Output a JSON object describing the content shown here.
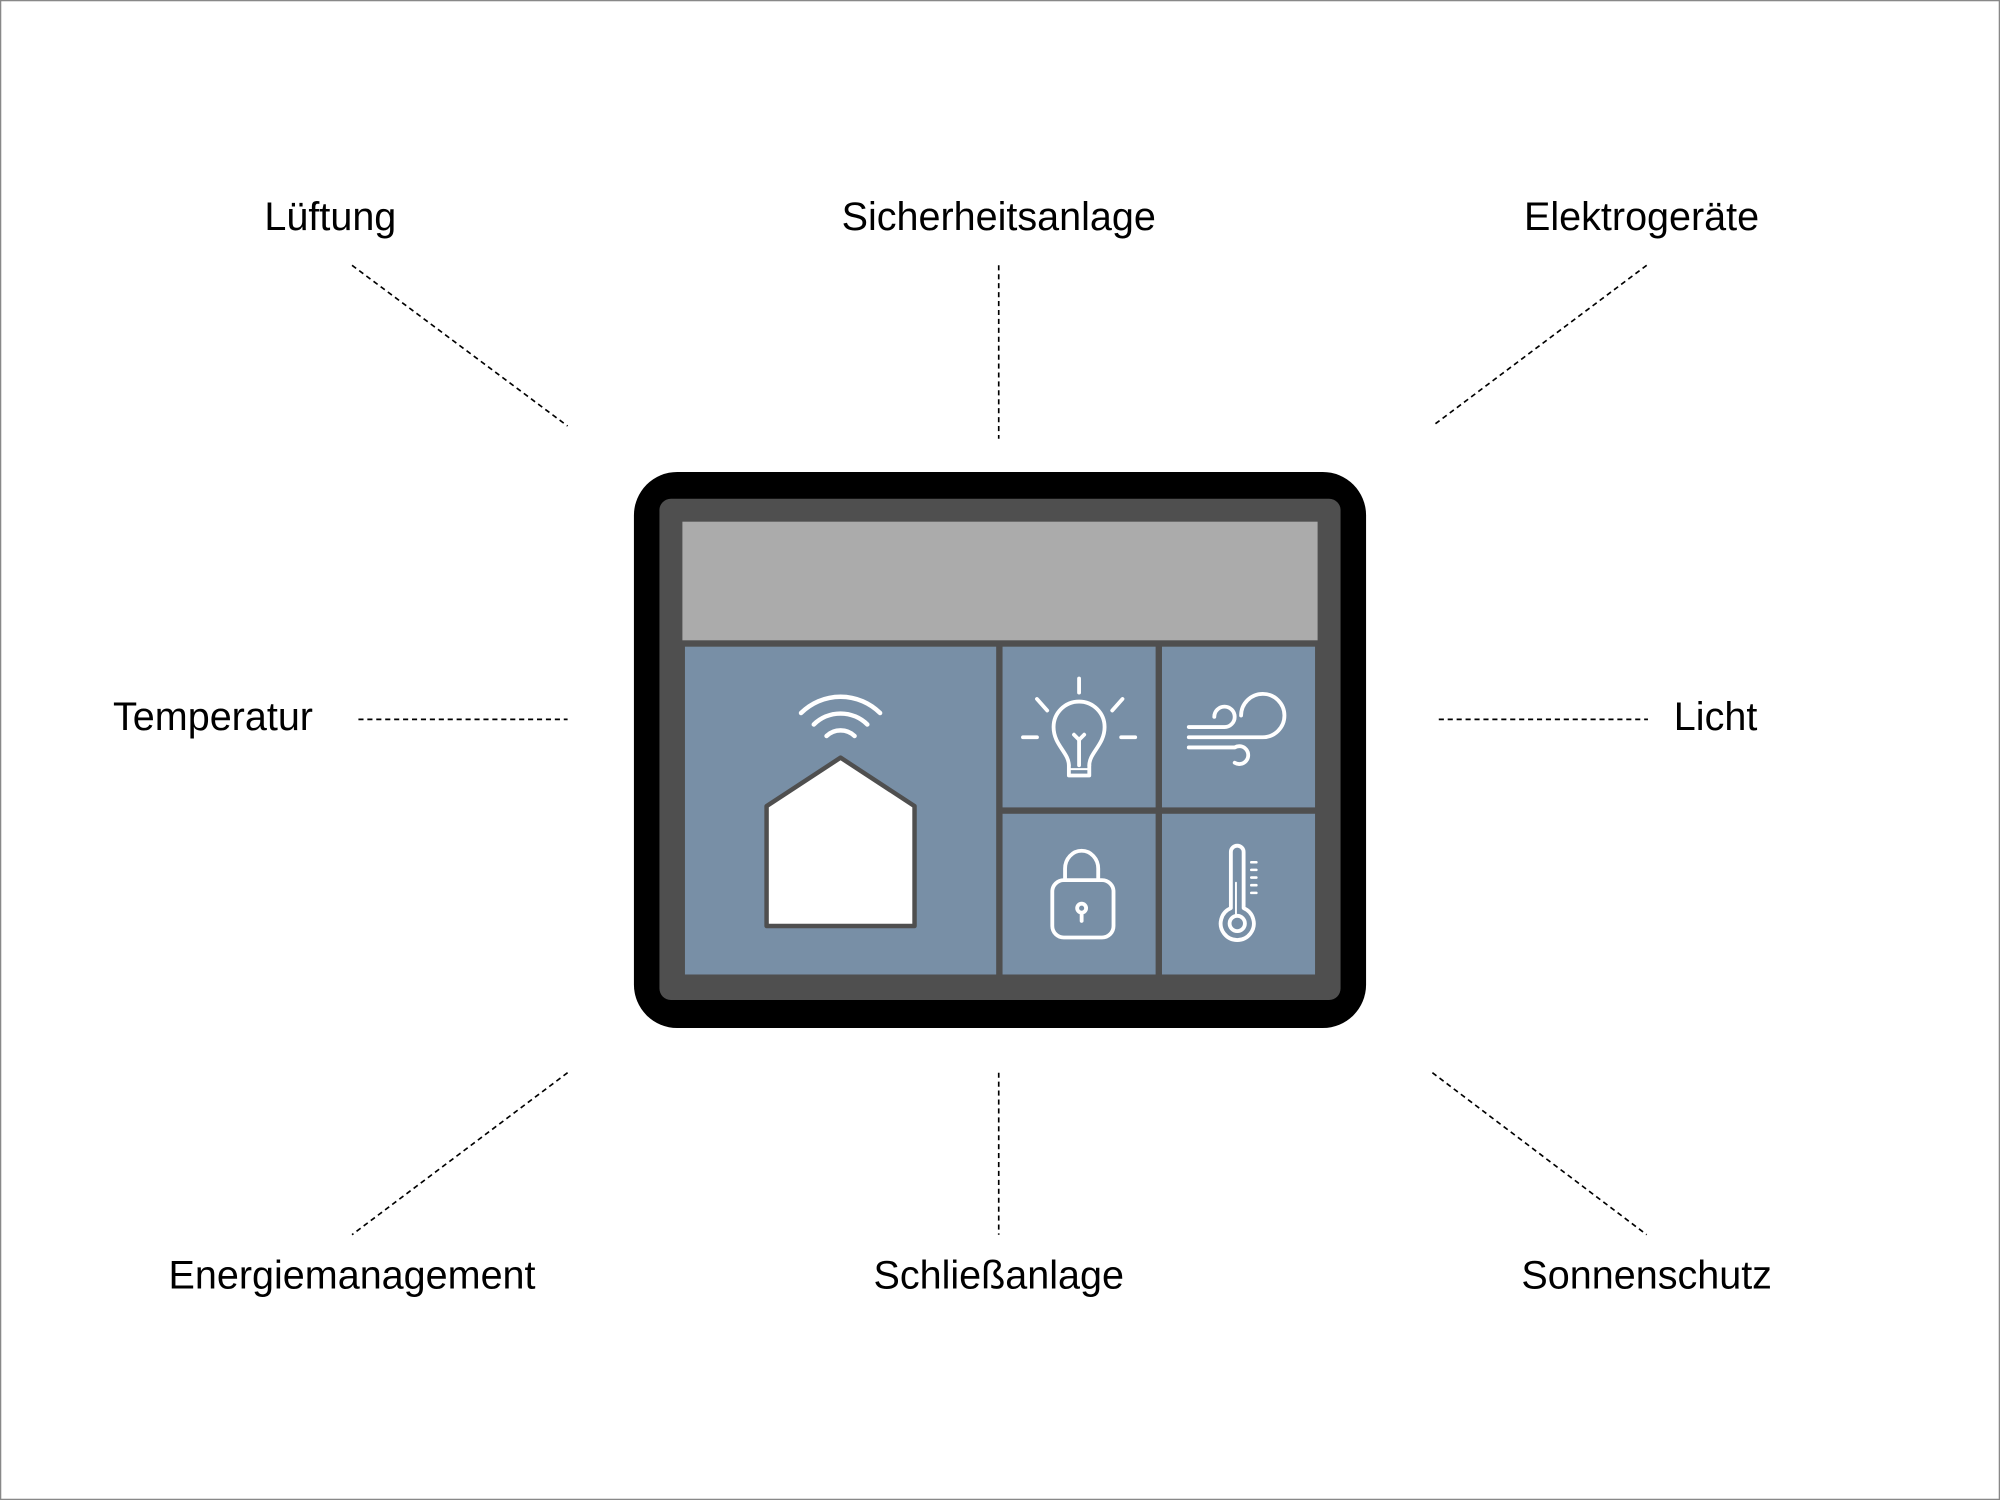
{
  "labels": {
    "top_left": "Lüftung",
    "top_center": "Sicherheitsanlage",
    "top_right": "Elektrogeräte",
    "middle_left": "Temperatur",
    "middle_right": "Licht",
    "bottom_left": "Energiemanagement",
    "bottom_center": "Schließanlage",
    "bottom_right": "Sonnenschutz"
  },
  "device": {
    "tiles": [
      "smart-home-icon",
      "lightbulb-icon",
      "wind-icon",
      "lock-icon",
      "thermometer-icon"
    ]
  },
  "colors": {
    "frame": "#000000",
    "bezel": "#4f4f4f",
    "status_bar": "#ababab",
    "tile": "#788fa6",
    "icon": "#ffffff"
  }
}
